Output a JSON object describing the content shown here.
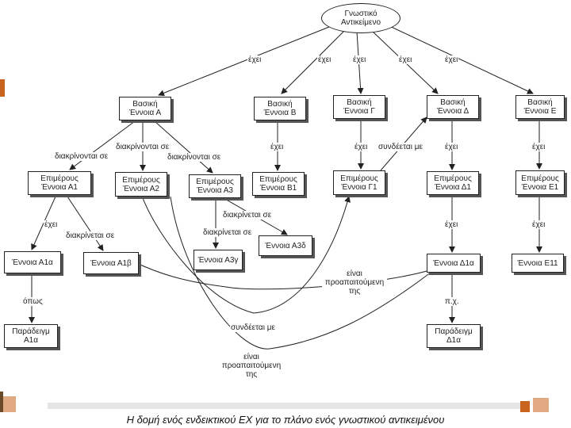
{
  "root": {
    "line1": "Γνωστικό",
    "line2": "Αντικείμενο"
  },
  "level1": {
    "A": {
      "line1": "Βασική",
      "line2": "Έννοια Α"
    },
    "B": {
      "line1": "Βασική",
      "line2": "Έννοια Β"
    },
    "G": {
      "line1": "Βασική",
      "line2": "Έννοια Γ"
    },
    "D": {
      "line1": "Βασική",
      "line2": "Έννοια Δ"
    },
    "E": {
      "line1": "Βασική",
      "line2": "Έννοια Ε"
    }
  },
  "level2": {
    "A1": {
      "line1": "Επιμέρους",
      "line2": "Έννοια Α1"
    },
    "A2": {
      "line1": "Επιμέρους",
      "line2": "Έννοια Α2"
    },
    "A3": {
      "line1": "Επιμέρους",
      "line2": "Έννοια Α3"
    },
    "B1": {
      "line1": "Επιμέρους",
      "line2": "Έννοια Β1"
    },
    "G1": {
      "line1": "Επιμέρους",
      "line2": "Έννοια Γ1"
    },
    "D1": {
      "line1": "Επιμέρους",
      "line2": "Έννοια Δ1"
    },
    "E1": {
      "line1": "Επιμέρους",
      "line2": "Έννοια Ε1"
    }
  },
  "level3": {
    "A1a": "Έννοια Α1α",
    "A1b": "Έννοια Α1β",
    "A3c": "Έννοια Α3γ",
    "A3d": "Έννοια Α3δ",
    "D1a": "Έννοια Δ1α",
    "E11": "Έννοια Ε11"
  },
  "examples": {
    "ex1": {
      "line1": "Παράδειγμ",
      "line2": "Α1α"
    },
    "ex2": {
      "line1": "Παράδειγμ",
      "line2": "Δ1α"
    }
  },
  "labels": {
    "has": "έχει",
    "differs": "διακρίνεται σε",
    "differs2": "διακρίνονται σε",
    "like": "όπως",
    "connected": "συνδέεται με",
    "eg": "π.χ.",
    "prereq_a": "είναι",
    "prereq_b": "προαπαιτούμενη",
    "prereq_c": "της"
  },
  "caption": "Η δομή ενός ενδεικτικού ΕΧ για το πλάνο ενός γνωστικού αντικειμένου",
  "colors": {
    "accent": "#c8641e",
    "accent_dark": "#6b4a2a"
  }
}
